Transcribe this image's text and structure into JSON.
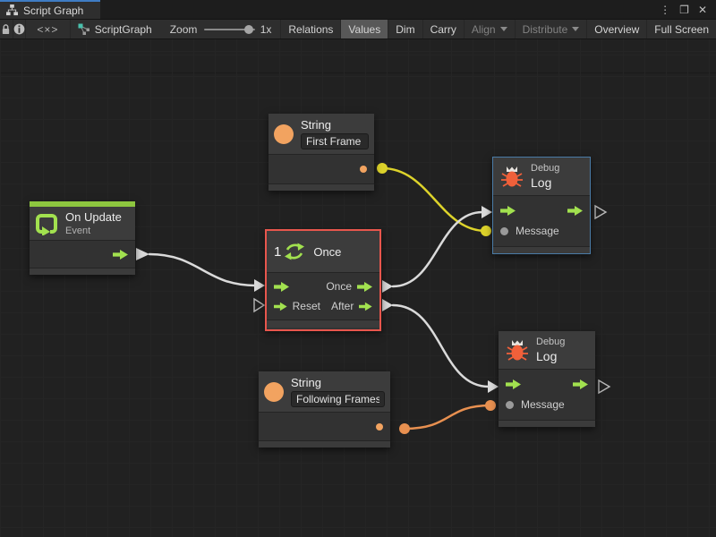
{
  "window": {
    "tab_title": "Script Graph",
    "controls": {
      "more": "⋮",
      "maximize": "❐",
      "close": "✕"
    }
  },
  "toolbar": {
    "code_button": "<×>",
    "graph_name": "ScriptGraph",
    "zoom_label": "Zoom",
    "zoom_value": "1x",
    "buttons": [
      {
        "label": "Relations",
        "state": "normal"
      },
      {
        "label": "Values",
        "state": "active"
      },
      {
        "label": "Dim",
        "state": "normal"
      },
      {
        "label": "Carry",
        "state": "normal"
      },
      {
        "label": "Align",
        "state": "disabled",
        "dropdown": true
      },
      {
        "label": "Distribute",
        "state": "disabled",
        "dropdown": true
      },
      {
        "label": "Overview",
        "state": "normal"
      },
      {
        "label": "Full Screen",
        "state": "normal"
      }
    ]
  },
  "graph": {
    "nodes": {
      "string_first_frame": {
        "title": "String",
        "value": "First Frame"
      },
      "on_update": {
        "title": "On Update",
        "subtitle": "Event"
      },
      "once": {
        "counter": "1",
        "title": "Once",
        "port_once": "Once",
        "port_reset": "Reset",
        "port_after": "After"
      },
      "debug_log_top": {
        "category": "Debug",
        "title": "Log",
        "port_message": "Message"
      },
      "debug_log_bottom": {
        "category": "Debug",
        "title": "Log",
        "port_message": "Message"
      },
      "string_following_frames": {
        "title": "String",
        "value": "Following Frames"
      }
    },
    "colors": {
      "accent_green": "#a2e14f",
      "header_strip_green": "#8dc63f",
      "port_orange": "#f2a360",
      "edge_yellow": "#ddd32b",
      "edge_orange": "#e89050",
      "edge_white": "#dadada",
      "selection_red": "#e8564d",
      "selection_blue": "#4a7ba6"
    }
  }
}
